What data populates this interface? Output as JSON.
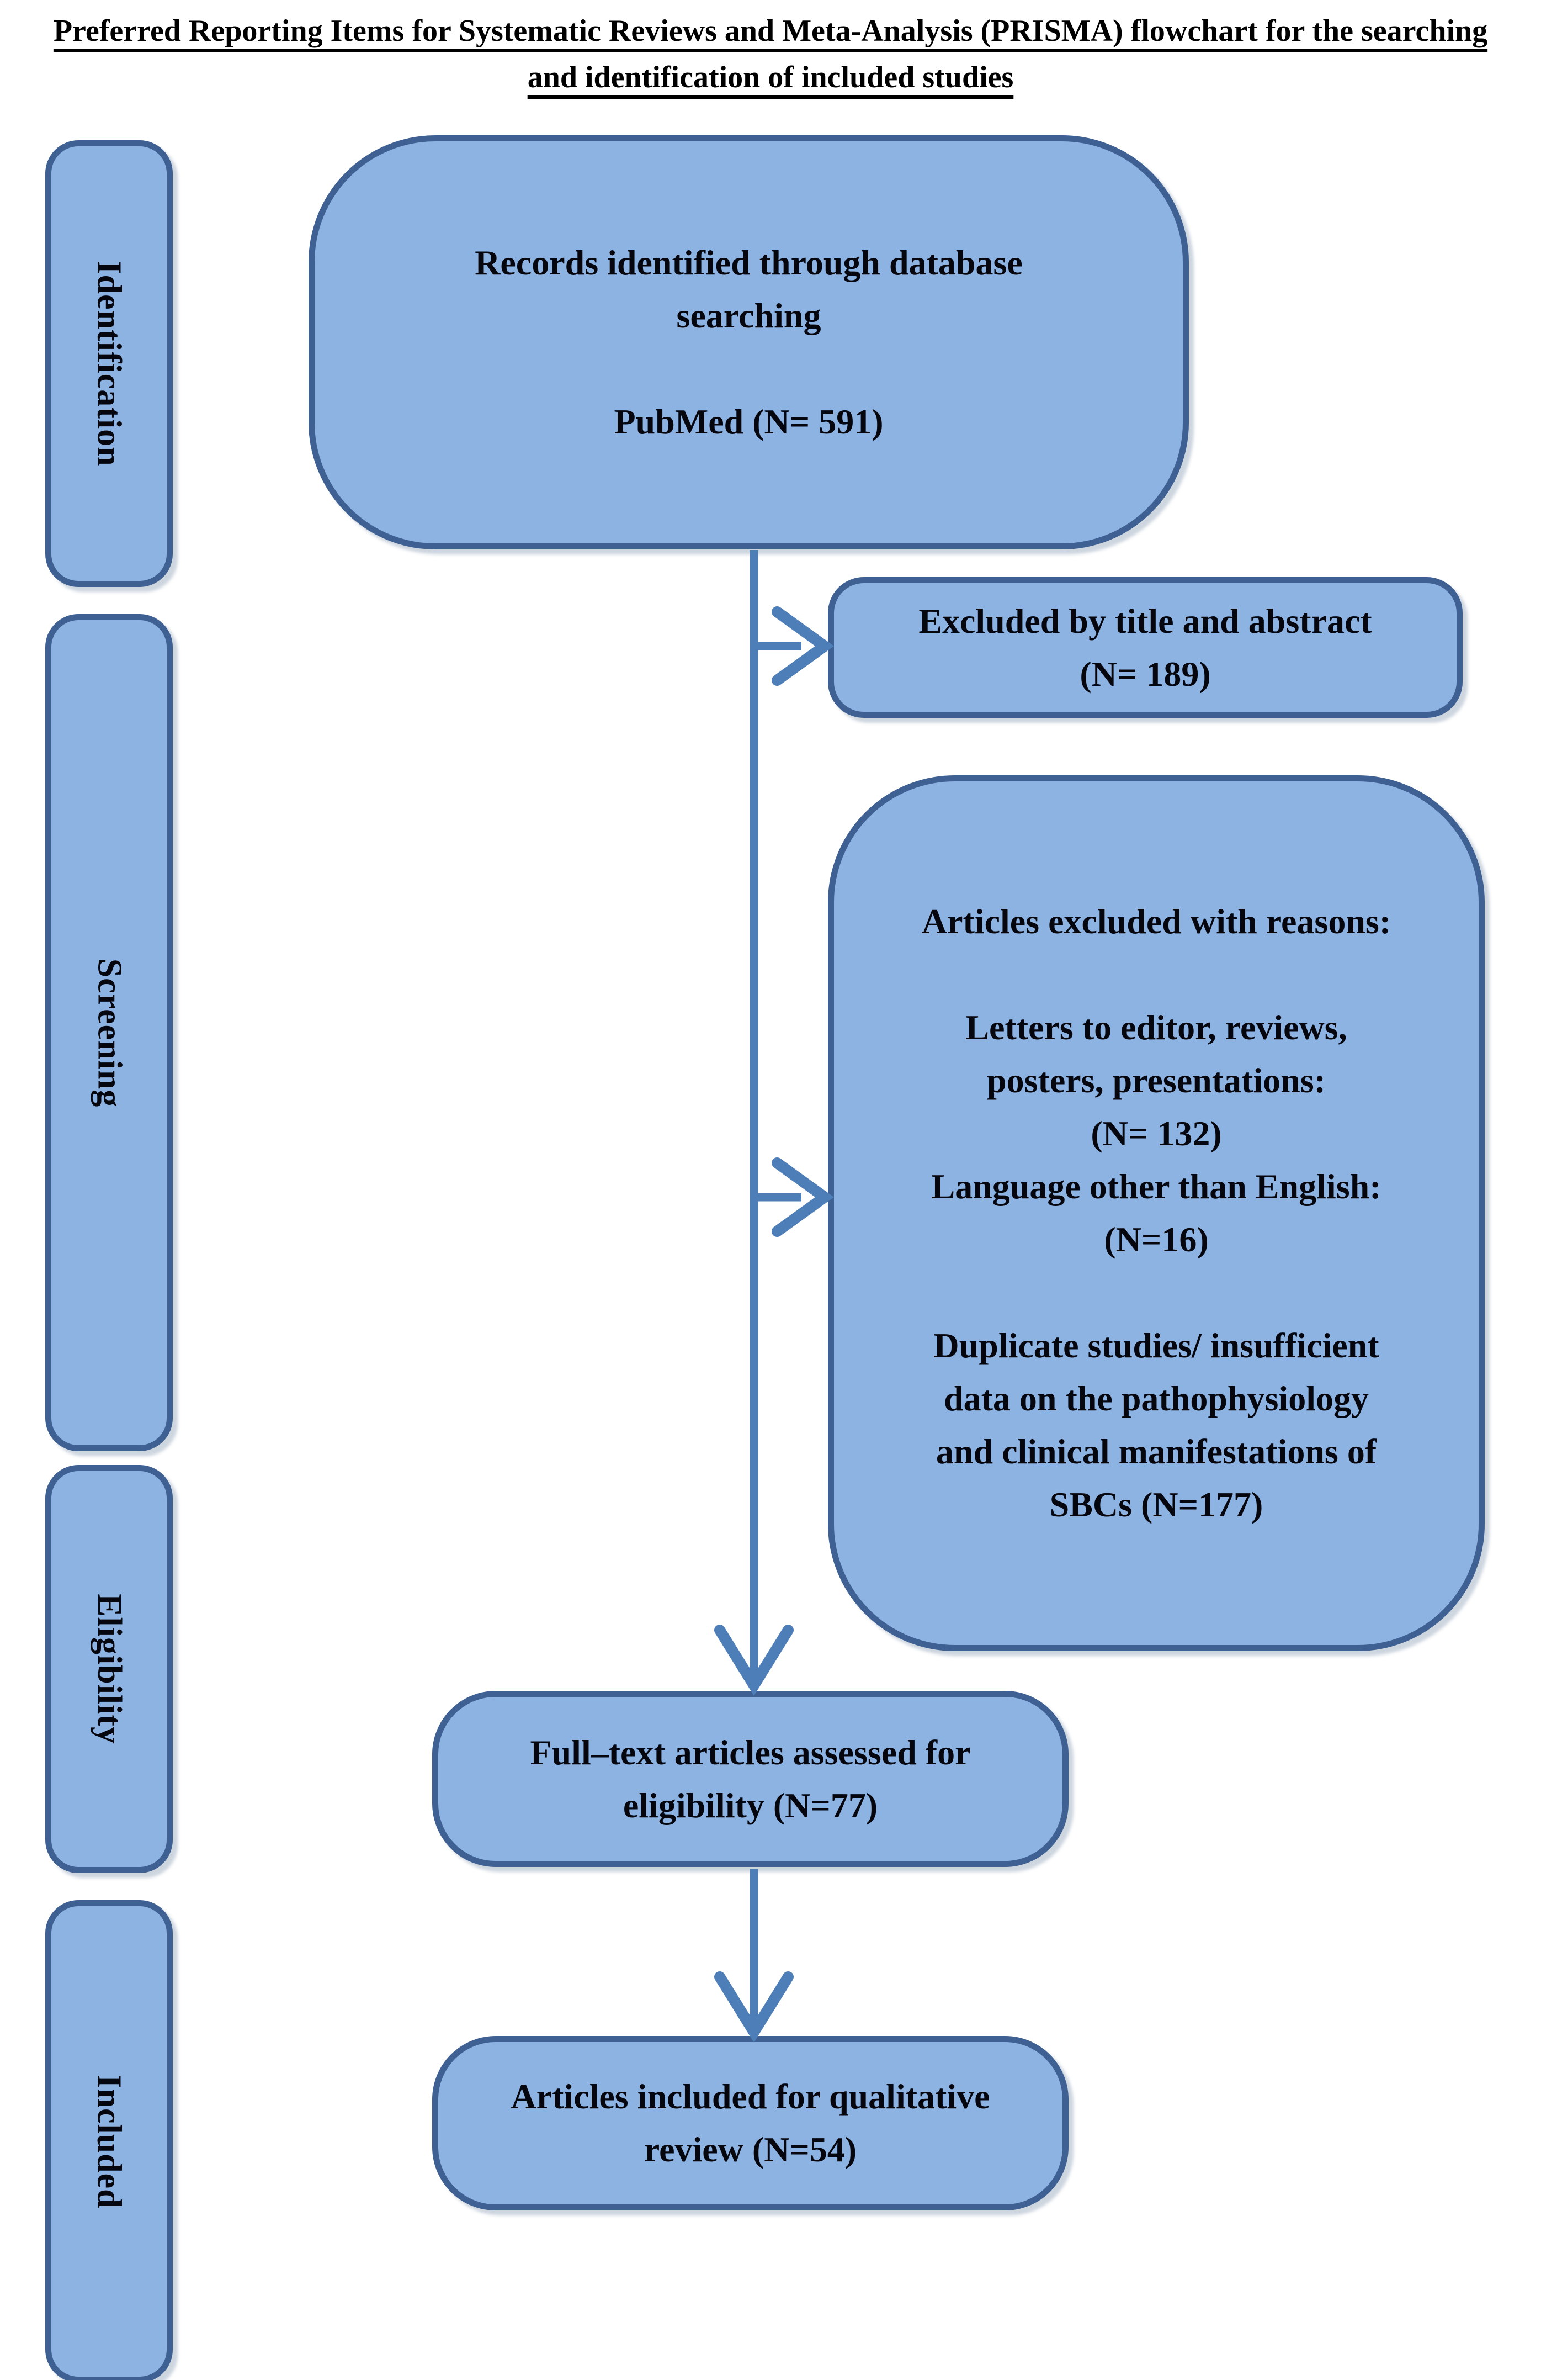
{
  "title": "Preferred Reporting Items for Systematic Reviews and Meta-Analysis (PRISMA) flowchart for the searching\nand identification of included studies",
  "stages": [
    {
      "label": "Identification"
    },
    {
      "label": "Screening"
    },
    {
      "label": "Eligibility"
    },
    {
      "label": "Included"
    }
  ],
  "flow": {
    "records_box": "Records identified through database\nsearching\n\nPubMed (N= 591)",
    "excluded_title_abstract_box": "Excluded by title and abstract\n(N= 189)",
    "excluded_reasons_box": "Articles excluded with reasons:\n\nLetters to editor, reviews,\nposters, presentations:\n(N= 132)\nLanguage other than English:\n(N=16)\n\nDuplicate studies/ insufficient\ndata on the pathophysiology\nand clinical manifestations of\nSBCs (N=177)",
    "fulltext_box": "Full–text articles assessed for\neligibility (N=77)",
    "included_box": "Articles included for qualitative\nreview (N=54)"
  },
  "colors": {
    "box_fill": "#8DB3E2",
    "box_border": "#3E6092",
    "arrow": "#4E7EB8",
    "text": "#06060F"
  }
}
